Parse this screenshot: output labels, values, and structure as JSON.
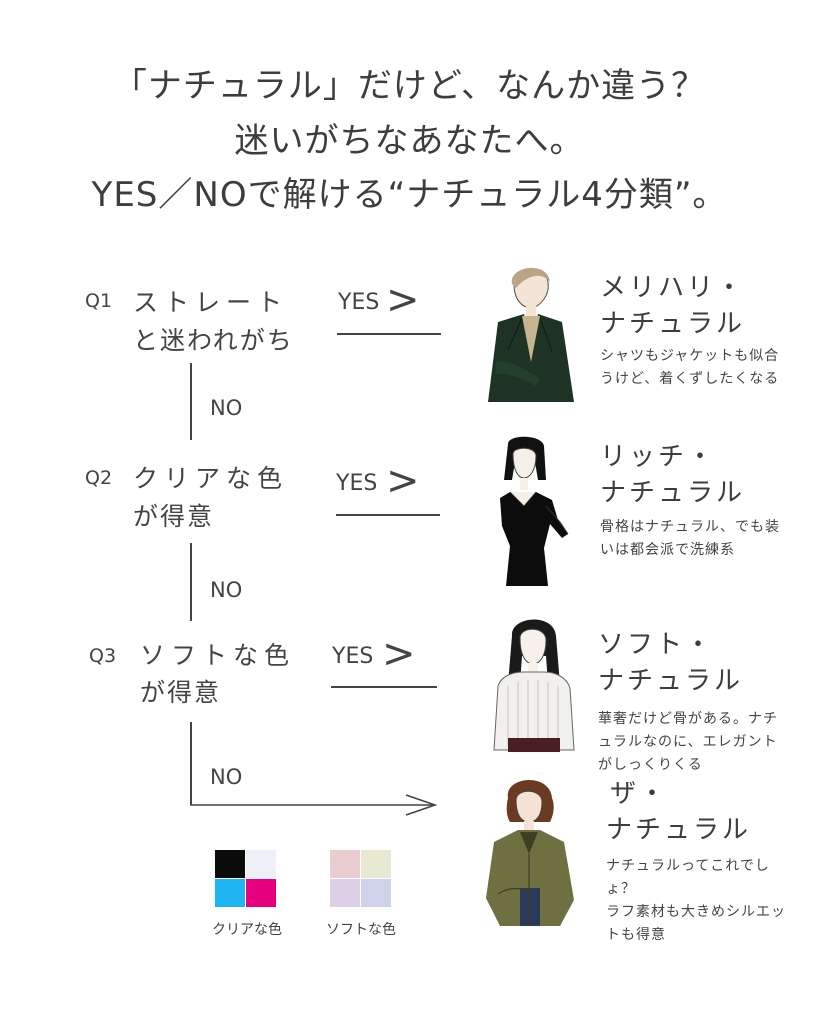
{
  "header": {
    "line1": "「ナチュラル」だけど、なんか違う？",
    "line2": "迷いがちなあなたへ。",
    "line3": "YES／NOで解ける“ナチュラル4分類”。"
  },
  "questions": [
    {
      "num": "Q1",
      "line1": "ストレート",
      "line2": "と迷われがち",
      "yes": "YES",
      "no": "NO"
    },
    {
      "num": "Q2",
      "line1": "クリアな色",
      "line2": "が得意",
      "yes": "YES",
      "no": "NO"
    },
    {
      "num": "Q3",
      "line1": "ソフトな色",
      "line2": "が得意",
      "yes": "YES",
      "no": "NO"
    }
  ],
  "results": [
    {
      "name1": "メリハリ・",
      "name2": "ナチュラル",
      "desc": "シャツもジャケットも似合うけど、着くずしたくなる",
      "icon": "woman-dark-green-jacket"
    },
    {
      "name1": "リッチ・",
      "name2": "ナチュラル",
      "desc": "骨格はナチュラル、でも装いは都会派で洗練系",
      "icon": "woman-black-dress-bob"
    },
    {
      "name1": "ソフト・",
      "name2": "ナチュラル",
      "desc": "華奢だけど骨がある。ナチュラルなのに、エレガントがしっくりくる",
      "icon": "woman-long-hair-knit"
    },
    {
      "name1": "ザ・",
      "name2": "ナチュラル",
      "desc": "ナチュラルってこれでしょ？\nラフ素材も大きめシルエットも得意",
      "icon": "woman-olive-shirt"
    }
  ],
  "palettes": {
    "clear": {
      "label": "クリアな色",
      "colors": [
        "#0b0b0b",
        "#eef0f8",
        "#1fb4f2",
        "#e6007e"
      ]
    },
    "soft": {
      "label": "ソフトな色",
      "colors": [
        "#eacdd0",
        "#e8e9d2",
        "#dcd0e6",
        "#cfd2e8"
      ]
    }
  }
}
